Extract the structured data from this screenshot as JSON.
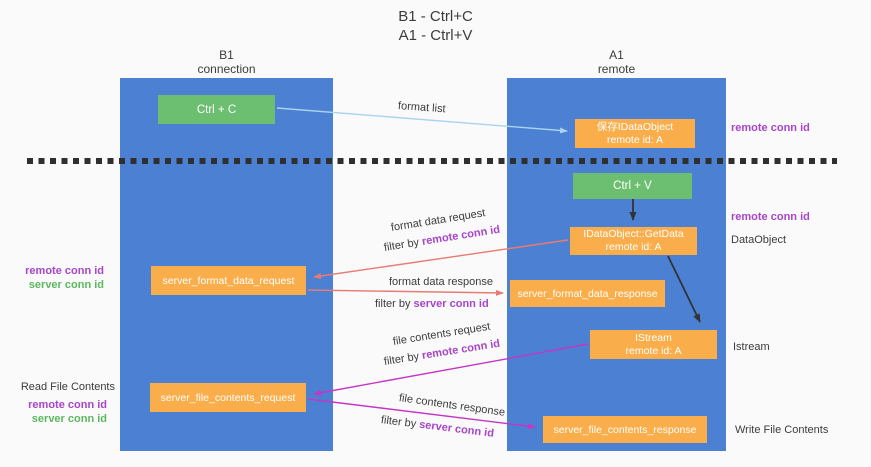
{
  "title": {
    "line1": "B1 - Ctrl+C",
    "line2": "A1 - Ctrl+V"
  },
  "columns": {
    "left": {
      "title": "B1",
      "subtitle": "connection"
    },
    "right": {
      "title": "A1",
      "subtitle": "remote"
    }
  },
  "boxes": {
    "ctrl_c": "Ctrl + C",
    "ctrl_v": "Ctrl + V",
    "save_dataobject": {
      "line1": "保存IDataObject",
      "line2": "remote id: A"
    },
    "getdata": {
      "line1": "IDataObject::GetData",
      "line2": "remote id: A"
    },
    "istream": {
      "line1": "IStream",
      "line2": "remote id: A"
    },
    "server_format_data_request": "server_format_data_request",
    "server_format_data_response": "server_format_data_response",
    "server_file_contents_request": "server_file_contents_request",
    "server_file_contents_response": "server_file_contents_response"
  },
  "right_labels": {
    "remote_conn_id_top": "remote conn id",
    "remote_conn_id_mid": "remote conn id",
    "dataobject": "DataObject",
    "istream": "Istream",
    "write_file_contents": "Write File Contents"
  },
  "left_labels": {
    "remote_conn_id_1": "remote conn id",
    "server_conn_id_1": "server conn id",
    "read_file_contents": "Read File Contents",
    "remote_conn_id_2": "remote conn id",
    "server_conn_id_2": "server conn id"
  },
  "arrows": {
    "format_list": "format list",
    "format_data_request": "format data request",
    "format_data_response": "format data response",
    "file_contents_request": "file contents request",
    "file_contents_response": "file contents response",
    "filter_by": "filter by ",
    "remote_conn_id": "remote conn id",
    "server_conn_id": "server conn id"
  },
  "colors": {
    "background": "#fafafa",
    "column_blue": "#4b80d3",
    "box_orange": "#f9ae4b",
    "box_green": "#6cbf70",
    "text_dark": "#3c3c3c",
    "purple": "#a845c8",
    "green_text": "#5bb85f",
    "arrow_blue": "#a9d3ee",
    "arrow_salmon": "#e87b72",
    "arrow_magenta": "#c437c4",
    "arrow_black": "#333333"
  }
}
